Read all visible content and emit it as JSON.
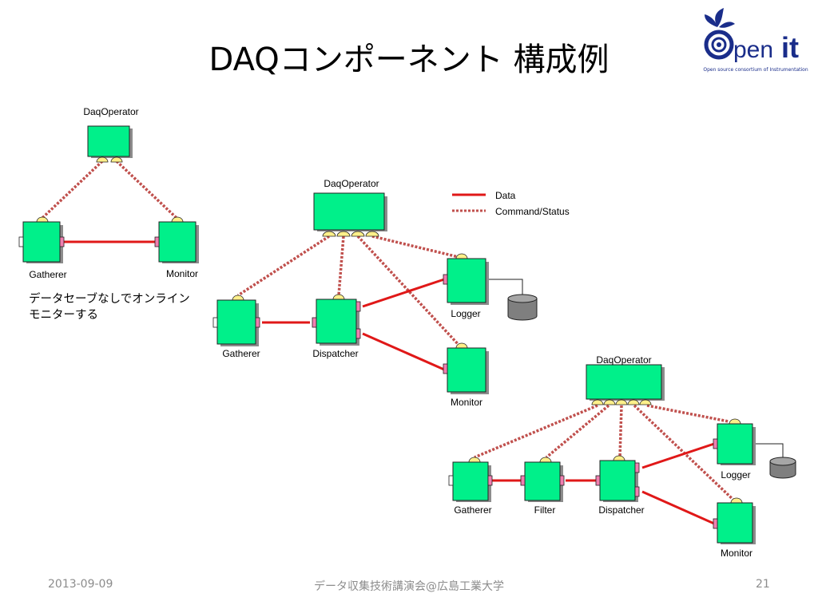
{
  "slide": {
    "title": "DAQコンポーネント 構成例",
    "note": "データセーブなしでオンライン\nモニターする"
  },
  "logo": {
    "tagline": "Open source consortium of Instrumentation"
  },
  "legend": {
    "data": "Data",
    "command": "Command/Status"
  },
  "diagram1": {
    "operator": "DaqOperator",
    "gatherer": "Gatherer",
    "monitor": "Monitor"
  },
  "diagram2": {
    "operator": "DaqOperator",
    "gatherer": "Gatherer",
    "dispatcher": "Dispatcher",
    "logger": "Logger",
    "monitor": "Monitor"
  },
  "diagram3": {
    "operator": "DaqOperator",
    "gatherer": "Gatherer",
    "filter": "Filter",
    "dispatcher": "Dispatcher",
    "logger": "Logger",
    "monitor": "Monitor"
  },
  "footer": {
    "date": "2013-09-09",
    "event": "データ収集技術講演会@広島工業大学",
    "page": "21"
  },
  "colors": {
    "component_fill": "#00f08a",
    "component_border": "#222222",
    "data_line": "#e01818",
    "command_line": "#c0504d",
    "port_fill": "#f07fb0",
    "service_port_fill": "#fff08a",
    "storage_fill": "#7f7f7f",
    "logo_blue": "#1a2d8a"
  }
}
